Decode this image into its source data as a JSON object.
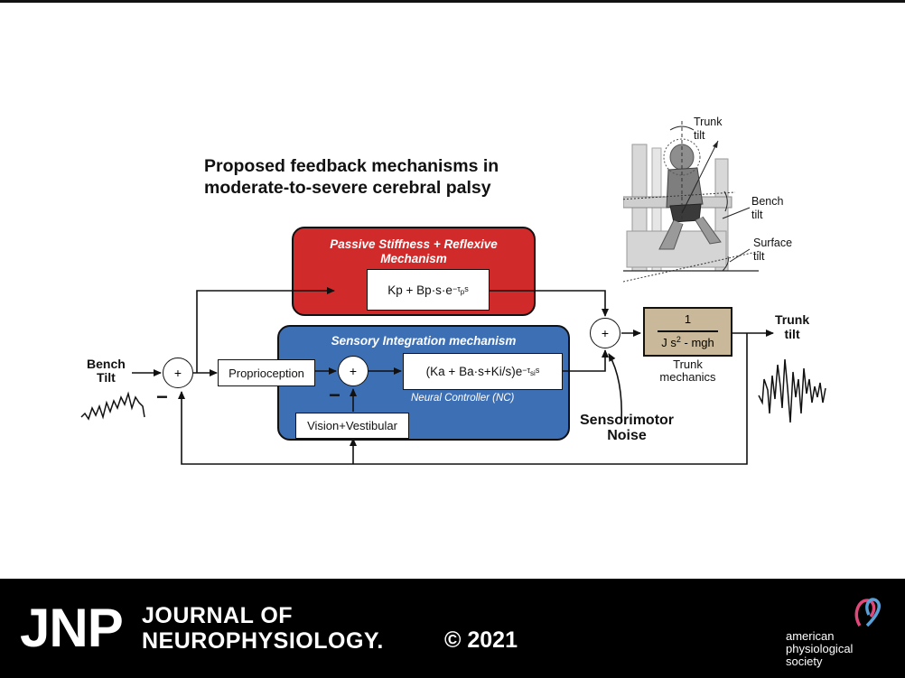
{
  "title": {
    "line1": "Proposed feedback mechanisms in",
    "line2": "moderate-to-severe cerebral palsy"
  },
  "passive_block": {
    "title_line1": "Passive Stiffness + Reflexive",
    "title_line2": "Mechanism",
    "formula_main": "Kp + Bp·s·e",
    "formula_exp": "−τ",
    "formula_exp_sub": "p",
    "formula_exp_tail": "s"
  },
  "sensory_block": {
    "title": "Sensory Integration mechanism",
    "proprioception": "Proprioception",
    "vision_vestibular": "Vision+Vestibular",
    "nc_formula_main": "(Ka + Ba·s+Ki/s)e",
    "nc_formula_exp": "−τ",
    "nc_formula_exp_sub": "si",
    "nc_formula_exp_tail": "s",
    "nc_label": "Neural Controller (NC)"
  },
  "plant": {
    "numerator": "1",
    "denominator_a": "J s",
    "denominator_sup": "2",
    "denominator_b": " - mgh",
    "label_line1": "Trunk",
    "label_line2": "mechanics"
  },
  "summing": {
    "plus": "+",
    "minus": "−"
  },
  "input": {
    "line1": "Bench",
    "line2": "Tilt"
  },
  "output": {
    "line1": "Trunk",
    "line2": "tilt"
  },
  "noise": {
    "line1": "Sensorimotor",
    "line2": "Noise"
  },
  "photo_labels": {
    "trunk_line1": "Trunk",
    "trunk_line2": "tilt",
    "bench_line1": "Bench",
    "bench_line2": "tilt",
    "surface_line1": "Surface",
    "surface_line2": "tilt"
  },
  "footer": {
    "abbr": "JNP",
    "journal_line1": "JOURNAL OF",
    "journal_line2": "NEUROPHYSIOLOGY.",
    "copyright": "© 2021",
    "society_line1": "american",
    "society_line2": "physiological",
    "society_line3": "society"
  },
  "colors": {
    "passive_block": "#d12a2a",
    "sensory_block": "#3d6fb5",
    "plant": "#c9b99a",
    "footer": "#000000"
  }
}
